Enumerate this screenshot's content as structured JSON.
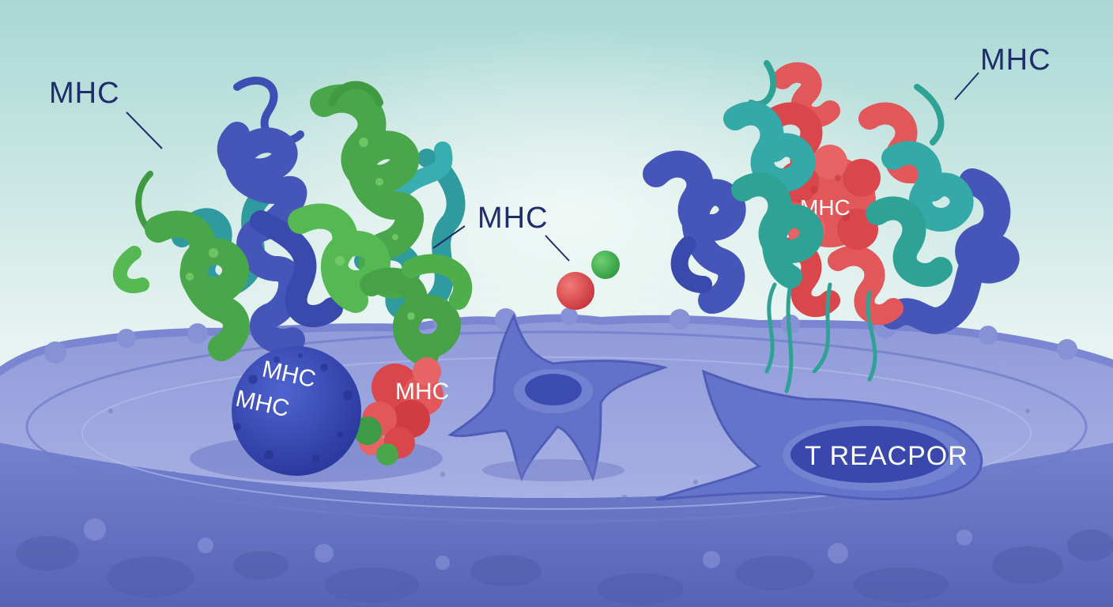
{
  "colors": {
    "sky_top": "#a9d8d4",
    "sky_bottom": "#eaf4f1",
    "membrane": "#8a95d8",
    "membrane_dark": "#5a64b4",
    "protein_blue": "#4656b8",
    "protein_green": "#4aa64a",
    "protein_teal": "#35a8a8",
    "protein_red": "#e2575a",
    "label_dark": "#1f2d6b"
  },
  "labels": {
    "mhc_top_left": "MHC",
    "mhc_center": "MHC",
    "mhc_top_right": "MHC",
    "blob_line1": "MHC",
    "blob_line2": "MHC",
    "red_cluster": "MHC",
    "right_complex": "MHC",
    "t_receptor": "T REACPOR"
  },
  "icons": [
    "protein-helix-icon",
    "cell-icon",
    "molecule-icon"
  ]
}
